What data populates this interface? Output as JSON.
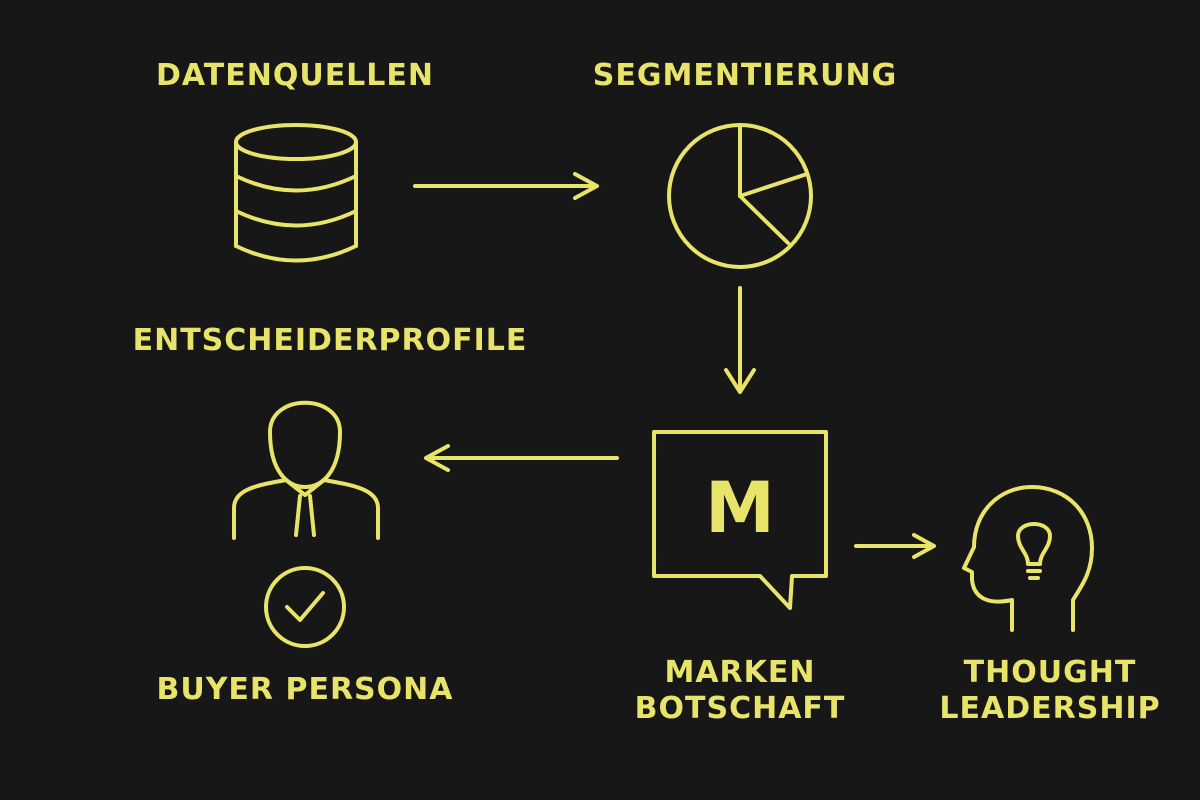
{
  "colors": {
    "background": "#171717",
    "accent": "#e8e46a"
  },
  "nodes": {
    "datenquellen": {
      "label": "DATENQUELLEN",
      "icon": "database-icon"
    },
    "segmentierung": {
      "label": "SEGMENTIERUNG",
      "icon": "pie-chart-icon"
    },
    "entscheiderprofile": {
      "label": "ENTSCHEIDERPROFILE",
      "icon": "person-icon"
    },
    "buyer_persona": {
      "label": "BUYER PERSONA",
      "icon": "check-circle-icon"
    },
    "markenbotschaft": {
      "label_line1": "MARKEN",
      "label_line2": "BOTSCHAFT",
      "icon": "speech-bubble-icon",
      "icon_letter": "M"
    },
    "thought_leadership": {
      "label_line1": "THOUGHT",
      "label_line2": "LEADERSHIP",
      "icon": "head-lightbulb-icon"
    }
  },
  "edges": [
    {
      "from": "datenquellen",
      "to": "segmentierung"
    },
    {
      "from": "segmentierung",
      "to": "markenbotschaft"
    },
    {
      "from": "markenbotschaft",
      "to": "entscheiderprofile"
    },
    {
      "from": "markenbotschaft",
      "to": "thought_leadership"
    }
  ]
}
